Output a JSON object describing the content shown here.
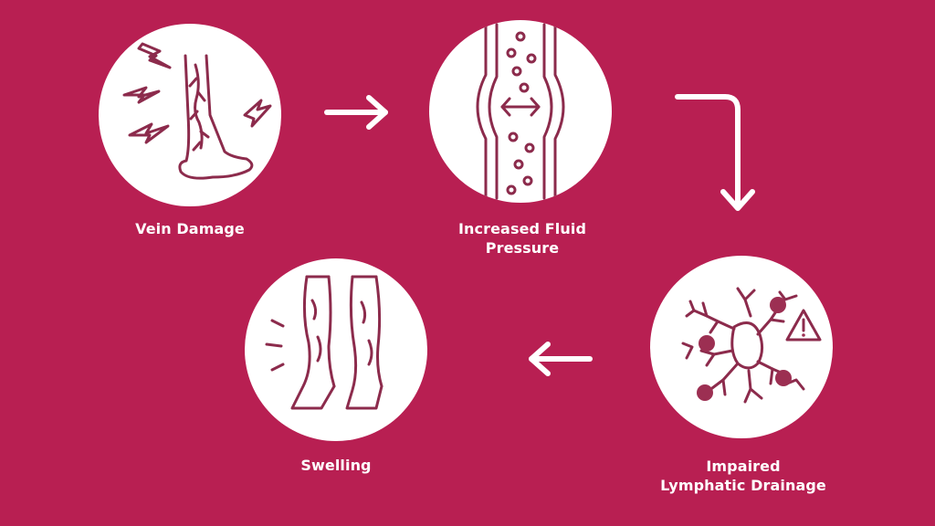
{
  "colors": {
    "background": "#b81f52",
    "circle": "#ffffff",
    "icon_stroke": "#8c2b4c",
    "icon_fill": "#9c2f52",
    "arrow": "#ffffff",
    "label": "#ffffff"
  },
  "stages": [
    {
      "icon": "leg-vein-damage-icon",
      "label_lines": [
        "Vein Damage"
      ]
    },
    {
      "icon": "vessel-fluid-pressure-icon",
      "label_lines": [
        "Increased Fluid",
        "Pressure"
      ]
    },
    {
      "icon": "lymphatic-network-warning-icon",
      "label_lines": [
        "Impaired",
        "Lymphatic Drainage"
      ]
    },
    {
      "icon": "swollen-legs-icon",
      "label_lines": [
        "Swelling"
      ]
    }
  ],
  "arrows": [
    "right",
    "down-elbow",
    "left"
  ]
}
